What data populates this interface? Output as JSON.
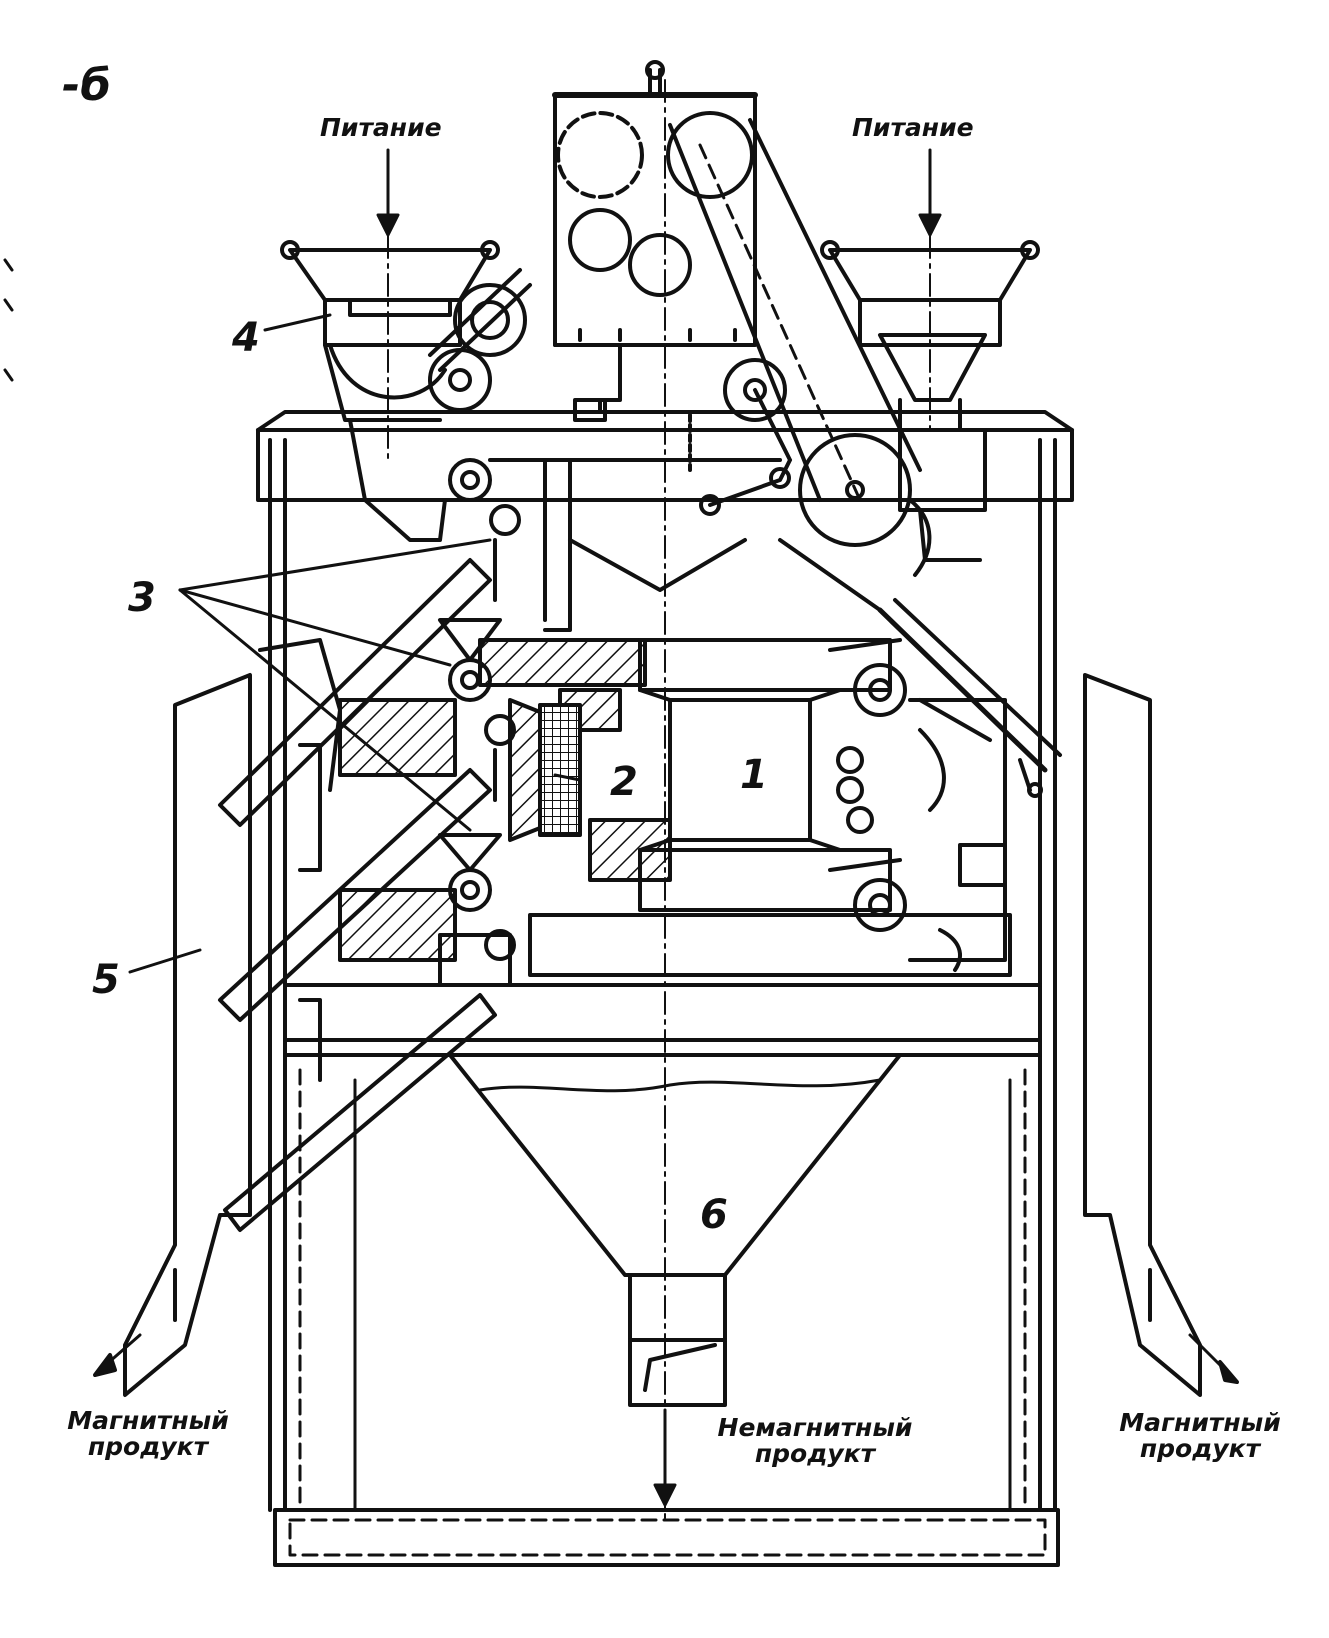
{
  "panel_label": "-б",
  "labels": {
    "feed_left": "Питание",
    "feed_right": "Питание",
    "magnetic_left": "Магнитный продукт",
    "magnetic_right": "Магнитный продукт",
    "nonmagnetic": "Немагнитный продукт"
  },
  "part_numbers": {
    "p1": "1",
    "p2": "2",
    "p3": "3",
    "p4": "4",
    "p5": "5",
    "p6": "6"
  }
}
